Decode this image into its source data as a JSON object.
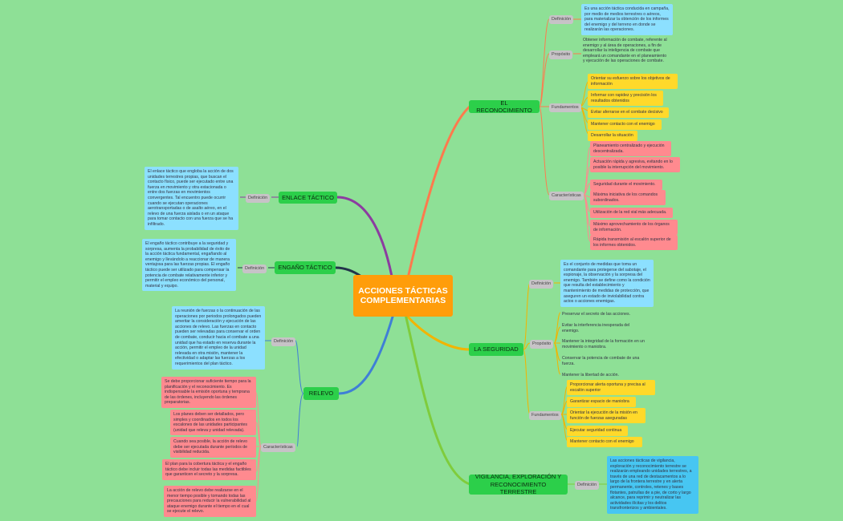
{
  "title": "ACCIONES TÁCTICAS COMPLEMENTARIAS",
  "colors": {
    "background": "#8ee096",
    "center": "#ff9d0a",
    "main": "#2ccf4a",
    "definition": "#8ce0ff",
    "fundamentals": "#ffd92a",
    "characteristics": "#ff8a8f"
  },
  "reconocimiento": {
    "label": "EL RECONOCIMIENTO",
    "definicion_label": "Definición",
    "definicion": "Es una acción táctica conducida en campaña, por medio de medios terrestres o aéreos, para materializar la obtención de los informes del enemigo y del terreno en donde se realizarán las operaciones.",
    "proposito_label": "Propósito",
    "proposito": "Obtener información de combate, referente al enemigo y al área de operaciones, a fin de desarrollar la inteligencia de combate que empleará un comandante en el planeamiento y ejecución de las operaciones de combate.",
    "fundamentos_label": "Fundamentos",
    "fundamentos": [
      "Orientar su esfuerzo sobre los objetivos de información",
      "Informar con rapidez y precisión los resultados obtenidos",
      "Evitar aferrarse en el combate decisivo",
      "Mantener contacto con el enemigo",
      "Desarrollar la situación"
    ],
    "caracteristicas_label": "Características",
    "caracteristicas": [
      "Planeamiento centralizado y ejecución descentralizada.",
      "Actuación rápida y agresiva, evitando en lo posible la interrupción del movimiento.",
      "Seguridad durante el movimiento.",
      "Máxima iniciativa de los comandos subordinados.",
      "Utilización de la red vial más adecuada.",
      "Máximo aprovechamiento de los órganos de información.",
      "Rápida transmisión al escalón superior de los informes obtenidos."
    ]
  },
  "seguridad": {
    "label": "LA SEGURIDAD",
    "definicion_label": "Definición",
    "definicion": "Es el conjunto de medidas que toma un comandante para protegerse del sabotaje, el espionaje, la observación y la sorpresa del enemigo. También se define como la condición que resulta del establecimiento y mantenimiento de medidas de protección, que aseguren un estado de inviolabilidad contra actos o acciones enemigas.",
    "proposito_label": "Propósito",
    "proposito": [
      "Preservar el secreto de las acciones.",
      "Evitar la interferencia inesperada del enemigo.",
      "Mantener la integridad de la formación en un movimiento o maniobra.",
      "Conservar la potencia de combate de una fuerza.",
      "Mantener la libertad de acción."
    ],
    "fundamentos_label": "Fundamentos",
    "fundamentos": [
      "Proporcionar alerta oportuna y precisa al escalón superior",
      "Garantizar espacio de maniobra",
      "Orientar la ejecución de la misión en función de fuerzas aseguradas",
      "Ejecutar seguridad continua",
      "Mantener contacto con el enemigo"
    ]
  },
  "vigilancia": {
    "label": "VIGILANCIA, EXPLORACIÓN Y RECONOCIMIENTO TERRESTRE",
    "definicion_label": "Definición",
    "definicion": "Las acciones tácticas de vigilancia, exploración y reconocimiento terrestre se realizarán empleando unidades terrestres, a través de una red de destacamentos a lo largo de la frontera terrestre y en alerta permanente, controles, retenes y bases flotantes, patrullas de a pie, de corto y largo alcance, para reprimir y neutralizar las actividades ilícitas y los delitos transfronterizos y ambientales."
  },
  "enlace": {
    "label": "ENLACE TÁCTICO",
    "definicion_label": "Definición",
    "definicion": "El enlace táctico que engloba la acción de dos unidades terrestres propias, que buscan el contacto físico, puede ser ejecutado entre una fuerza en movimiento y otra estacionada o entre dos fuerzas en movimientos convergentes. Tal encuentro puede ocurrir cuando se ejecutan operaciones aerotransportadas o de asalto aéreo, en el relevo de una fuerza aislada o en un ataque para tomar contacto con una fuerza que se ha infiltrado."
  },
  "engano": {
    "label": "ENGAÑO TÁCTICO",
    "definicion_label": "Definición",
    "definicion": "El engaño táctico contribuye a la seguridad y sorpresa, aumenta la probabilidad de éxito de la acción táctica fundamental, engañando al enemigo y llevándolo a reaccionar de manera ventajosa para las fuerzas propias. El engaño táctico puede ser utilizado para compensar la potencia de combate relativamente inferior y permitir el empleo económico del personal, material y equipo."
  },
  "relevo": {
    "label": "RELEVO",
    "definicion_label": "Definición",
    "definicion": "La reunión de fuerzas o la continuación de las operaciones por periodos prolongados pueden ameritar la consideración y ejecución de las acciones de relevo. Las fuerzas en contacto pueden ser relevadas para conservar el orden de combate, conducir hacia el combate a una unidad que ha estado en reserva durante la acción, permitir el empleo de la unidad relevada en otra misión, mantener la efectividad o adaptar las fuerzas a los requerimientos del plan táctico.",
    "caracteristicas_label": "Características",
    "caracteristicas": [
      "Se debe proporcionar suficiente tiempo para la planificación y el reconocimiento. Es indispensable la emisión oportuna y temprana de las órdenes, incluyendo las órdenes preparatorias.",
      "Los planes deben ser detallados, pero simples y coordinados en todos los escalones de las unidades participantes (unidad que releva y unidad relevada).",
      "Cuando sea posible, la acción de relevo debe ser ejecutada durante períodos de visibilidad reducida.",
      "El plan para la cobertura táctica y el engaño táctico debe incluir todas las medidas factibles que garanticen el secreto y la sorpresa.",
      "La acción de relevo debe realizarse en el menor tiempo posible y tomando todas las precauciones para reducir la vulnerabilidad al ataque enemigo durante el tiempo en el cual se ejecute el relevo."
    ]
  }
}
